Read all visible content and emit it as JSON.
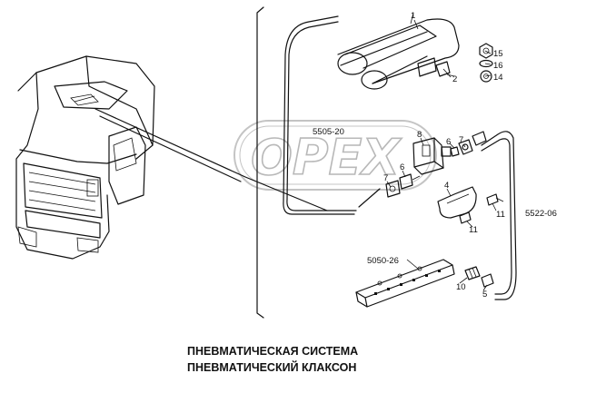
{
  "watermark": "OPEX",
  "caption": {
    "line1": "ПНЕВМАТИЧЕСКАЯ СИСТЕМА",
    "line2": "ПНЕВМАТИЧЕСКИЙ КЛАКСОН"
  },
  "part_labels": {
    "p1": "1",
    "p2": "2",
    "p15": "15",
    "p16": "16",
    "p14": "14",
    "p8": "8",
    "p7a": "7",
    "p6a": "6",
    "p7b": "7",
    "p6b": "6",
    "p4": "4",
    "p11a": "11",
    "p11b": "11",
    "p10": "10",
    "p5": "5",
    "g5505": "5505-20",
    "g5522": "5522-06",
    "g5050": "5050-26"
  }
}
